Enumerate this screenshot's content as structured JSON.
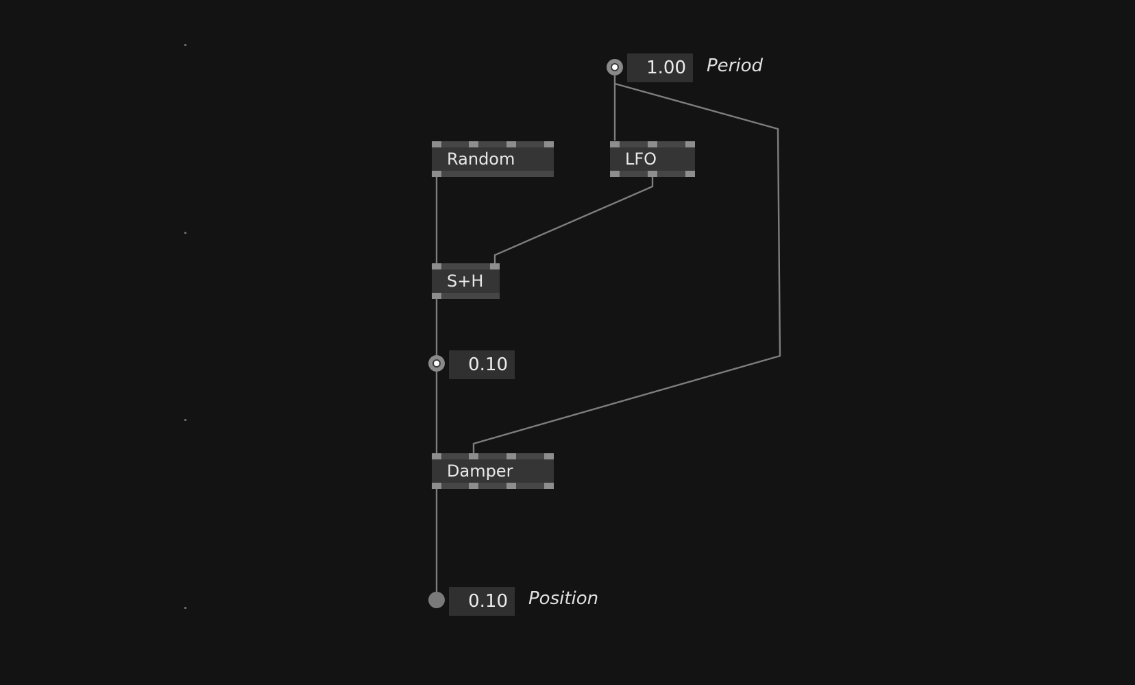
{
  "colors": {
    "background": "#131313",
    "node_body": "#353535",
    "node_bar": "#464646",
    "pin": "#8e8e8e",
    "wire": "#7e7e7e",
    "iobox": "#303030",
    "text": "#e8e8e8"
  },
  "nodes": {
    "random": {
      "label": "Random"
    },
    "lfo": {
      "label": "LFO"
    },
    "sample_hold": {
      "label": "S+H"
    },
    "damper": {
      "label": "Damper"
    }
  },
  "ioboxes": {
    "period": {
      "value": "1.00",
      "label": "Period"
    },
    "input_value": {
      "value": "0.10"
    },
    "position": {
      "value": "0.10",
      "label": "Position"
    }
  }
}
